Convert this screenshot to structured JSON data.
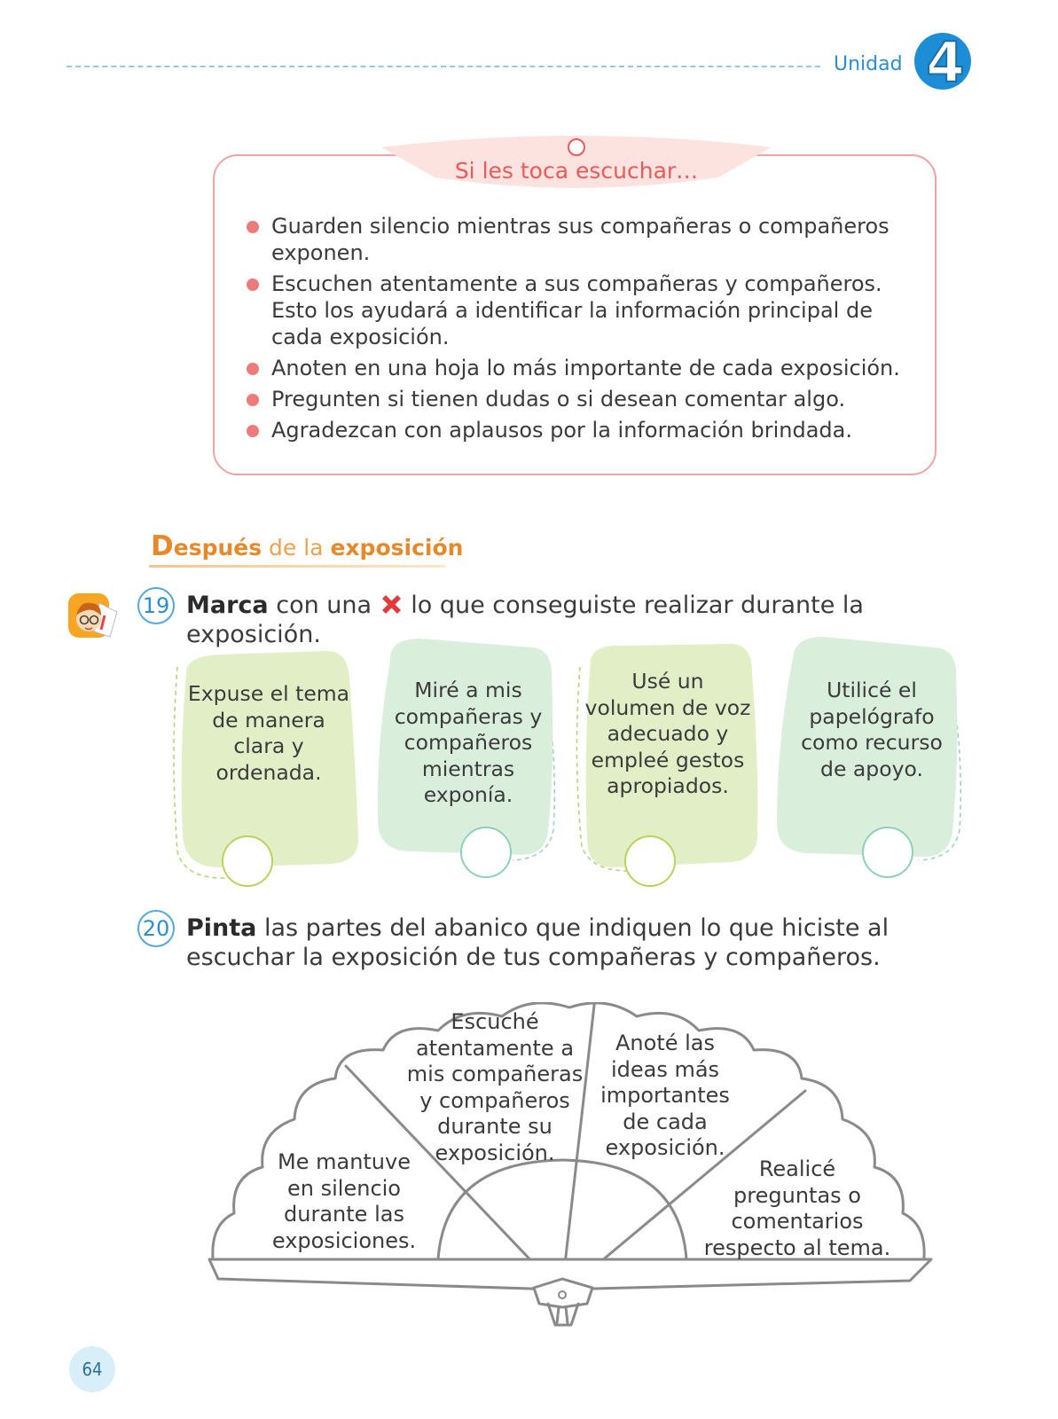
{
  "header": {
    "unit_label": "Unidad",
    "unit_number": "4"
  },
  "tip_box": {
    "title": "Si les toca escuchar…",
    "items": [
      "Guarden silencio mientras sus compañeras o compañeros exponen.",
      "Escuchen atentamente a sus compañeras y compañeros. Esto los ayudará a identificar la información principal de cada exposición.",
      "Anoten en una hoja lo más importante de cada exposición.",
      "Pregunten si tienen dudas o si desean comentar algo.",
      "Agradezcan con aplausos por la información brindada."
    ]
  },
  "section": {
    "title_first": "D",
    "title_rest1": "espués",
    "title_mid": " de la ",
    "title_rest2": "exposición"
  },
  "q19": {
    "number": "19",
    "bold": "Marca",
    "pre": " con una ",
    "post": " lo que conseguiste realizar durante la exposición.",
    "cards": [
      "Expuse el tema de manera clara y ordenada.",
      "Miré a mis compañeras y compañeros mientras exponía.",
      "Usé un volumen de voz adecuado y empleé gestos apropiados.",
      "Utilicé el papelógrafo como recurso de apoyo."
    ]
  },
  "q20": {
    "number": "20",
    "bold": "Pinta",
    "rest": " las partes del abanico que indiquen lo que hiciste al escuchar la exposición de tus compañeras y compañeros.",
    "fan_sections": [
      "Me mantuve en silencio durante las exposiciones.",
      "Escuché atentamente a mis compañeras y compañeros durante su exposición.",
      "Anoté las ideas más importantes de cada exposición.",
      "Realicé preguntas o comentarios respecto al tema."
    ]
  },
  "page_number": "64",
  "colors": {
    "accent_blue": "#2a8fd0",
    "tip_red": "#ea5a5a",
    "section_orange": "#e5892b",
    "card_green": "#e2efc6",
    "card_mint": "#d9efdc"
  }
}
